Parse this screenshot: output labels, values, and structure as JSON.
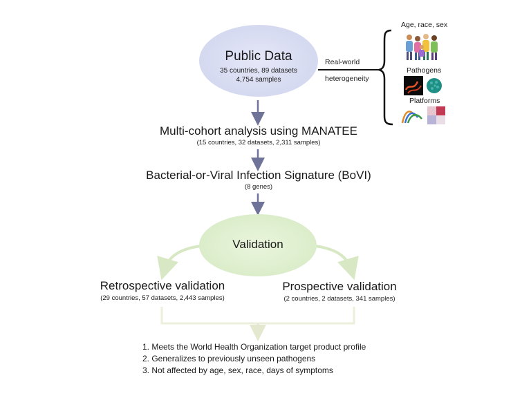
{
  "public_data": {
    "title": "Public Data",
    "line1": "35 countries, 89 datasets",
    "line2": "4,754 samples"
  },
  "heterogeneity": {
    "label1": "Real-world",
    "label2": "heterogeneity",
    "item1": "Age, race, sex",
    "item2": "Pathogens",
    "item3": "Platforms"
  },
  "analysis": {
    "title": "Multi-cohort analysis using MANATEE",
    "sub": "(15 countries, 32 datasets, 2,311 samples)"
  },
  "signature": {
    "title": "Bacterial-or-Viral Infection Signature (BoVI)",
    "sub": "(8 genes)"
  },
  "validation": {
    "title": "Validation"
  },
  "retrospective": {
    "title": "Retrospective validation",
    "sub": "(29 countries, 57 datasets, 2,443 samples)"
  },
  "prospective": {
    "title": "Prospective validation",
    "sub": "(2 countries, 2 datasets, 341 samples)"
  },
  "outcomes": [
    "1. Meets the World Health Organization target product profile",
    "2. Generalizes to previously unseen pathogens",
    "3. Not affected by age, sex, race, days of symptoms"
  ],
  "colors": {
    "arrow": "#6e7397",
    "green_arrow": "#d8e8c4",
    "connector": "#ebefdc"
  },
  "icons": [
    "people-icon",
    "bacteria-icon",
    "virus-icon",
    "sequencing-icon",
    "heatmap-icon"
  ]
}
